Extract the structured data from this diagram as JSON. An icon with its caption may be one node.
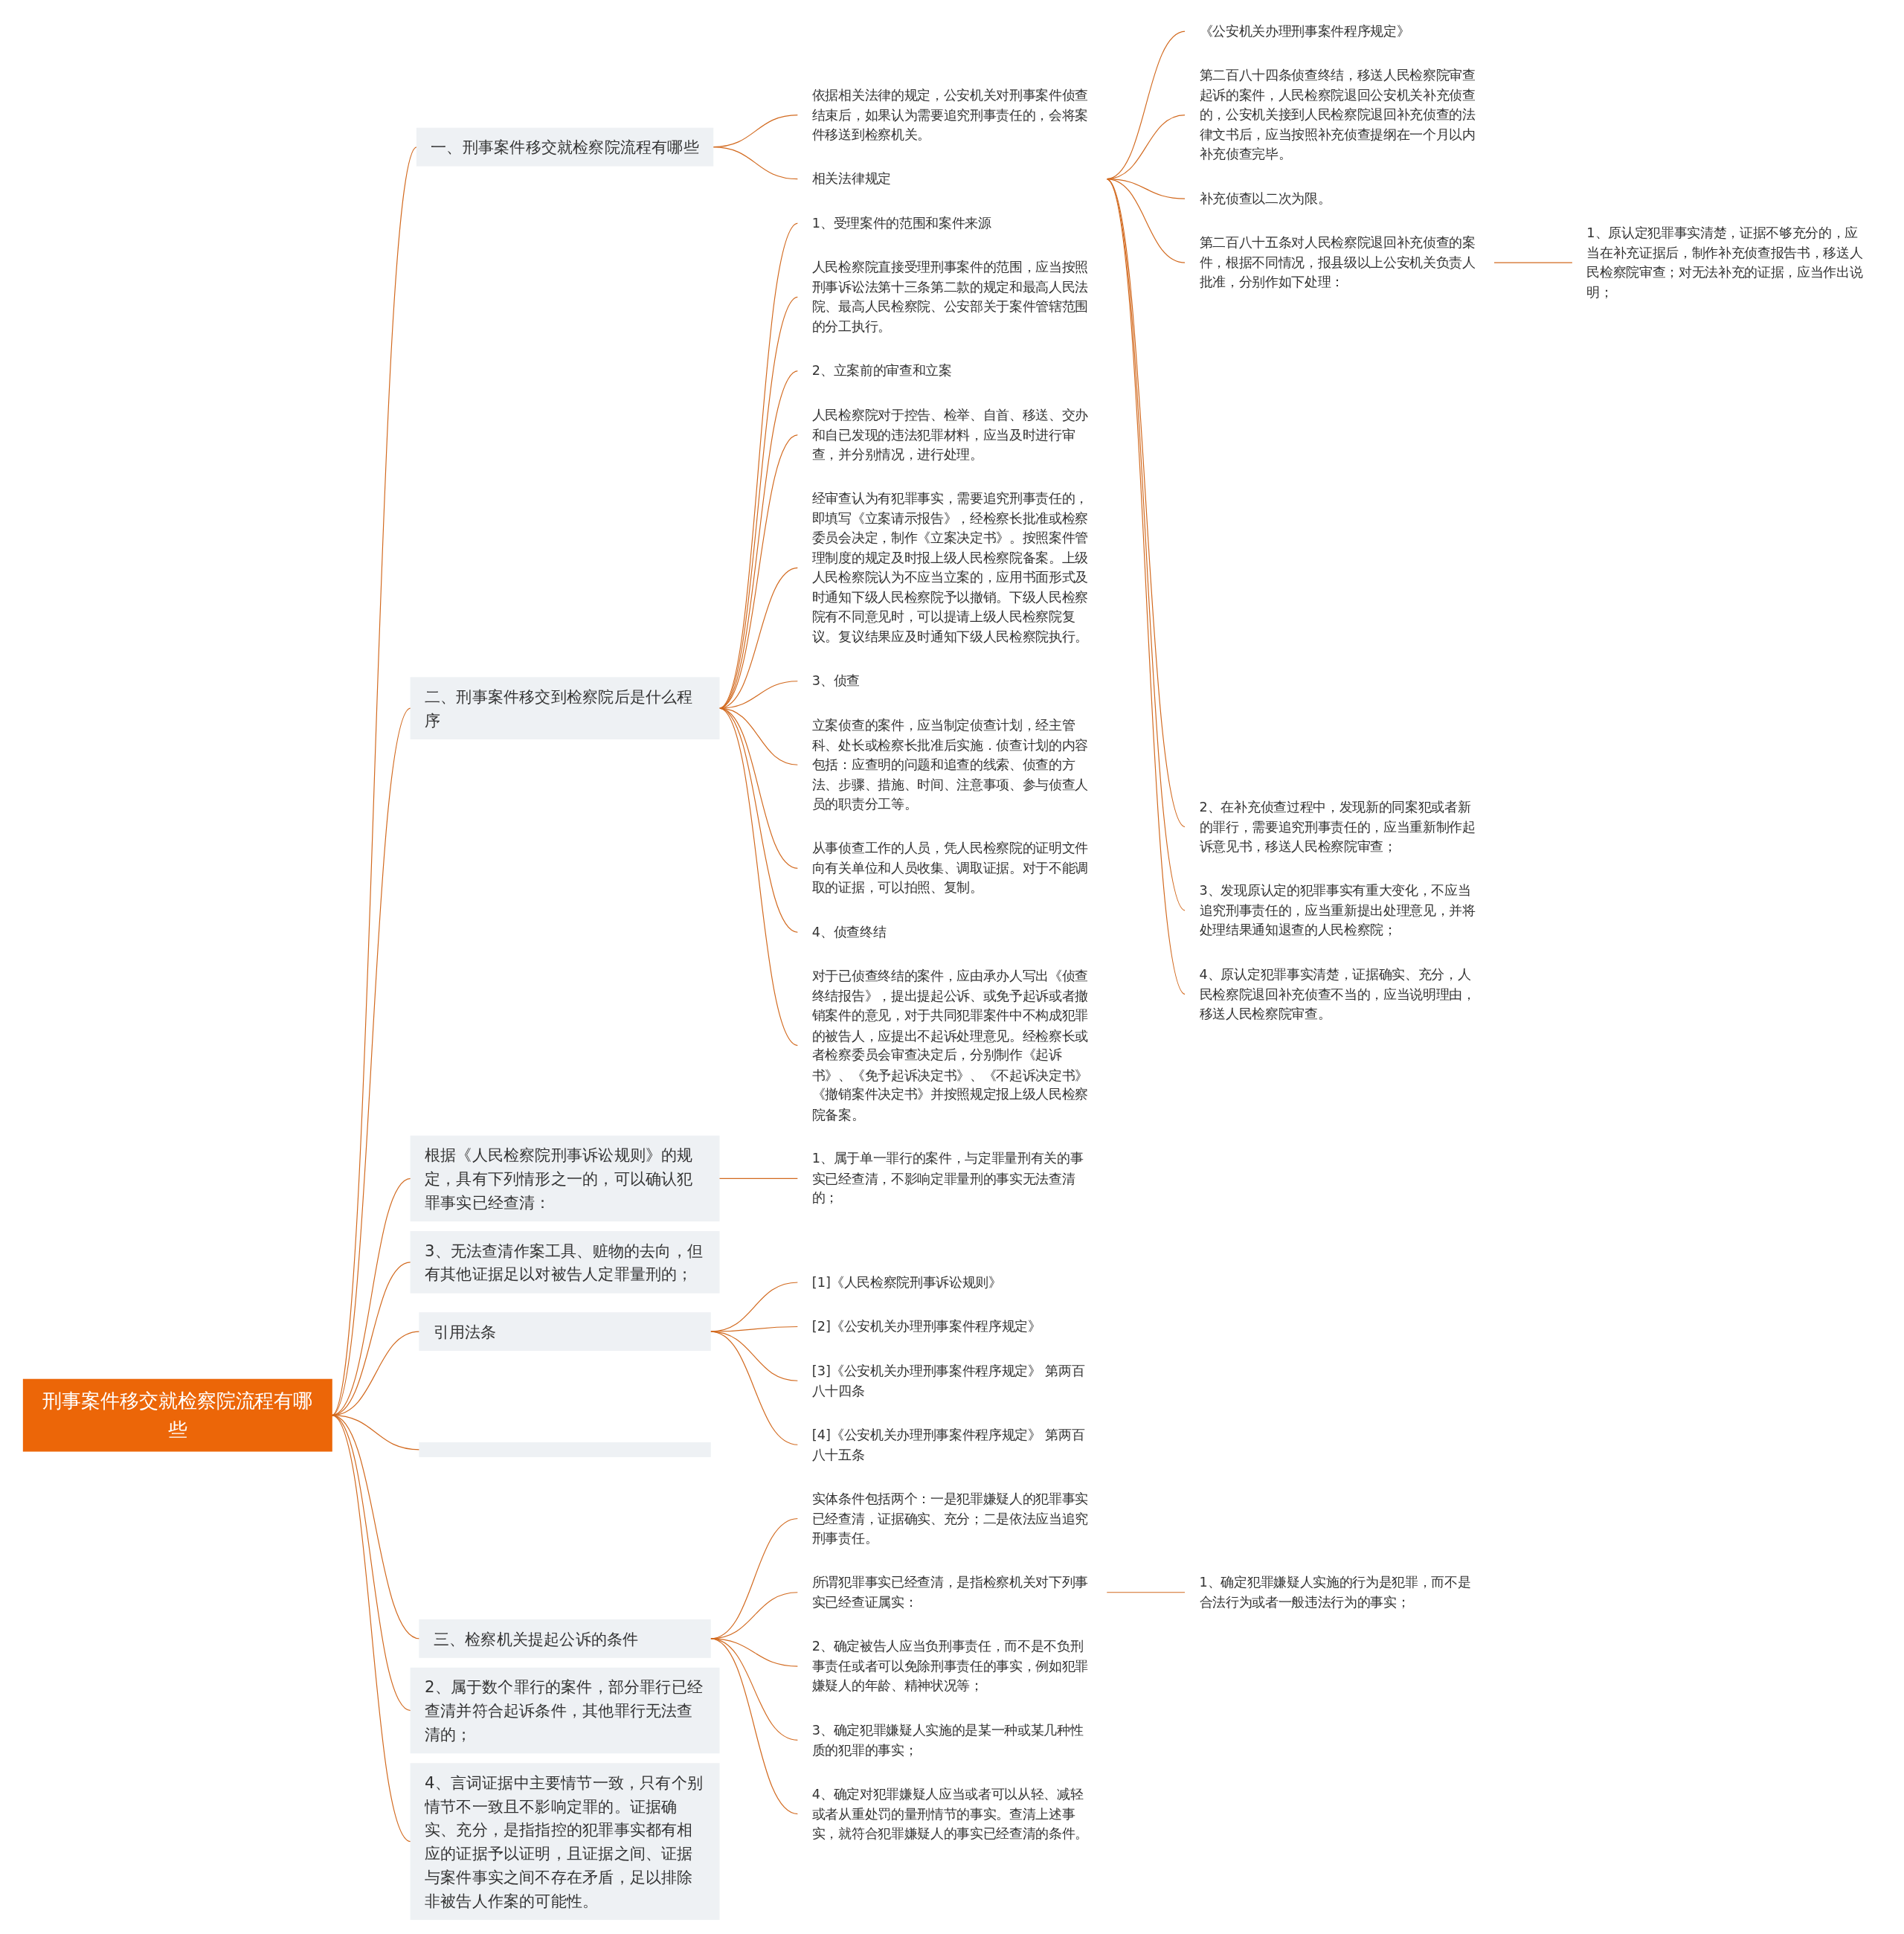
{
  "diagram": {
    "nodes": [
      {
        "text": [
          "刑事案件移交就检察院流程有哪些"
        ]
      },
      {
        "text": [
          "一、刑事案件移交就检察院流程有哪些"
        ]
      },
      {
        "text": [
          "依据相关法律的规定，公安机关对刑事案件侦查结束后，如果认为需要追究刑事责任的，会将案件移送到检察机关。"
        ]
      },
      {
        "text": [
          "相关法律规定"
        ]
      },
      {
        "text": [
          "《公安机关办理刑事案件程序规定》"
        ]
      },
      {
        "text": [
          "第二百八十四条侦查终结，移送人民检察院审查起诉的案件，人民检察院退回公安机关补充侦查的，公安机关接到人民检察院退回补充侦查的法律文书后，应当按照补充侦查提纲在一个月以内补充侦查完毕。"
        ]
      },
      {
        "text": [
          "补充侦查以二次为限。"
        ]
      },
      {
        "text": [
          "第二百八十五条对人民检察院退回补充侦查的案件，根据不同情况，报县级以上公安机关负责人批准，分别作如下处理："
        ]
      },
      {
        "text": [
          "1、原认定犯罪事实清楚，证据不够充分的，应当在补充证据后，制作补充侦查报告书，移送人民检察院审查；对无法补充的证据，应当作出说明；"
        ]
      },
      {
        "text": [
          "2、在补充侦查过程中，发现新的同案犯或者新的罪行，需要追究刑事责任的，应当重新制作起诉意见书，移送人民检察院审查；"
        ]
      },
      {
        "text": [
          "3、发现原认定的犯罪事实有重大变化，不应当追究刑事责任的，应当重新提出处理意见，并将处理结果通知退查的人民检察院；"
        ]
      },
      {
        "text": [
          "4、原认定犯罪事实清楚，证据确实、充分，人民检察院退回补充侦查不当的，应当说明理由，移送人民检察院审查。"
        ]
      },
      {
        "text": [
          "二、刑事案件移交到检察院后是什么程序"
        ]
      },
      {
        "text": [
          "1、受理案件的范围和案件来源"
        ]
      },
      {
        "text": [
          "人民检察院直接受理刑事案件的范围，应当按照刑事诉讼法第十三条第二款的规定和最高人民法院、最高人民检察院、公安部关于案件管辖范围的分工执行。"
        ]
      },
      {
        "text": [
          "2、立案前的审查和立案"
        ]
      },
      {
        "text": [
          "人民检察院对于控告、检举、自首、移送、交办和自已发现的违法犯罪材料，应当及时进行审查，并分别情况，进行处理。"
        ]
      },
      {
        "text": [
          "经审查认为有犯罪事实，需要追究刑事责任的，即填写《立案请示报告》，经检察长批准或检察委员会决定，制作《立案决定书》。按照案件管理制度的规定及时报上级人民检察院备案。上级人民检察院认为不应当立案的，应用书面形式及时通知下级人民检察院予以撤销。下级人民检察院有不同意见时，可以提请上级人民检察院复议。复议结果应及时通知下级人民检察院执行。"
        ]
      },
      {
        "text": [
          "3、侦查"
        ]
      },
      {
        "text": [
          "立案侦查的案件，应当制定侦查计划，经主管科、处长或检察长批准后实施．侦查计划的内容包括：应查明的问题和追查的线索、侦查的方法、步骤、措施、时间、注意事项、参与侦查人员的职责分工等。"
        ]
      },
      {
        "text": [
          "从事侦查工作的人员，凭人民检察院的证明文件向有关单位和人员收集、调取证据。对于不能调取的证据，可以拍照、复制。"
        ]
      },
      {
        "text": [
          "4、侦查终结"
        ]
      },
      {
        "text": [
          "对于已侦查终结的案件，应由承办人写出《侦查终结报告》，提出提起公诉、或免予起诉或者撤销案件的意见，对于共同犯罪案件中不构成犯罪的被告人，应提出不起诉处理意见。经检察长或者检察委员会审查决定后，分别制作《起诉书》、《免予起诉决定书》、《不起诉决定书》《撤销案件决定书》并按照规定报上级人民检察院备案。"
        ]
      },
      {
        "text": [
          "根据《人民检察院刑事诉讼规则》的规定，具有下列情形之一的，可以确认犯罪事实已经查清："
        ]
      },
      {
        "text": [
          "1、属于单一罪行的案件，与定罪量刑有关的事实已经查清，不影响定罪量刑的事实无法查清的；"
        ]
      },
      {
        "text": [
          "3、无法查清作案工具、赃物的去向，但有其他证据足以对被告人定罪量刑的；"
        ]
      },
      {
        "text": [
          "引用法条"
        ]
      },
      {
        "text": [
          "[1]《人民检察院刑事诉讼规则》"
        ]
      },
      {
        "text": [
          "[2]《公安机关办理刑事案件程序规定》"
        ]
      },
      {
        "text": [
          "[3]《公安机关办理刑事案件程序规定》 第两百八十四条"
        ]
      },
      {
        "text": [
          "[4]《公安机关办理刑事案件程序规定》 第两百八十五条"
        ]
      },
      {
        "text": [],
        "shape": "box"
      },
      {
        "text": [
          "三、检察机关提起公诉的条件"
        ]
      },
      {
        "text": [
          "实体条件包括两个：一是犯罪嫌疑人的犯罪事实已经查清，证据确实、充分；二是依法应当追究刑事责任。"
        ]
      },
      {
        "text": [
          "所谓犯罪事实已经查清，是指检察机关对下列事实已经查证属实："
        ]
      },
      {
        "text": [
          "1、确定犯罪嫌疑人实施的行为是犯罪，而不是合法行为或者一般违法行为的事实；"
        ]
      },
      {
        "text": [
          "2、确定被告人应当负刑事责任，而不是不负刑事责任或者可以免除刑事责任的事实，例如犯罪嫌疑人的年龄、精神状况等；"
        ]
      },
      {
        "text": [
          "3、确定犯罪嫌疑人实施的是某一种或某几种性质的犯罪的事实；"
        ]
      },
      {
        "text": [
          "4、确定对犯罪嫌疑人应当或者可以从轻、减轻或者从重处罚的量刑情节的事实。查清上述事实，就符合犯罪嫌疑人的事实已经查清的条件。"
        ]
      },
      {
        "text": [
          "2、属于数个罪行的案件，部分罪行已经查清并符合起诉条件，其他罪行无法查清的；"
        ]
      },
      {
        "text": [
          "4、言词证据中主要情节一致，只有个别情节不一致且不影响定罪的。证据确实、充分，是指指控的犯罪事实都有相应的证据予以证明，且证据之间、证据与案件事实之间不存在矛盾，足以排除非被告人作案的可能性。"
        ]
      }
    ],
    "edges": [
      {
        "from": 0,
        "to": 1,
        "arrow": "none"
      },
      {
        "from": 1,
        "to": 2,
        "arrow": "none"
      },
      {
        "from": 1,
        "to": 3,
        "arrow": "none"
      },
      {
        "from": 3,
        "to": 4,
        "arrow": "none"
      },
      {
        "from": 3,
        "to": 5,
        "arrow": "none"
      },
      {
        "from": 3,
        "to": 6,
        "arrow": "none"
      },
      {
        "from": 3,
        "to": 7,
        "arrow": "none"
      },
      {
        "from": 7,
        "to": 8,
        "arrow": "none"
      },
      {
        "from": 3,
        "to": 9,
        "arrow": "none"
      },
      {
        "from": 3,
        "to": 10,
        "arrow": "none"
      },
      {
        "from": 3,
        "to": 11,
        "arrow": "none"
      },
      {
        "from": 0,
        "to": 12,
        "arrow": "none"
      },
      {
        "from": 12,
        "to": 13,
        "arrow": "none"
      },
      {
        "from": 12,
        "to": 14,
        "arrow": "none"
      },
      {
        "from": 12,
        "to": 15,
        "arrow": "none"
      },
      {
        "from": 12,
        "to": 16,
        "arrow": "none"
      },
      {
        "from": 12,
        "to": 17,
        "arrow": "none"
      },
      {
        "from": 12,
        "to": 18,
        "arrow": "none"
      },
      {
        "from": 12,
        "to": 19,
        "arrow": "none"
      },
      {
        "from": 12,
        "to": 20,
        "arrow": "none"
      },
      {
        "from": 12,
        "to": 21,
        "arrow": "none"
      },
      {
        "from": 12,
        "to": 22,
        "arrow": "none"
      },
      {
        "from": 0,
        "to": 23,
        "arrow": "none"
      },
      {
        "from": 23,
        "to": 24,
        "arrow": "none"
      },
      {
        "from": 0,
        "to": 25,
        "arrow": "none"
      },
      {
        "from": 0,
        "to": 26,
        "arrow": "none"
      },
      {
        "from": 26,
        "to": 27,
        "arrow": "none"
      },
      {
        "from": 26,
        "to": 28,
        "arrow": "none"
      },
      {
        "from": 26,
        "to": 29,
        "arrow": "none"
      },
      {
        "from": 26,
        "to": 30,
        "arrow": "none"
      },
      {
        "from": 0,
        "to": 31,
        "arrow": "none"
      },
      {
        "from": 0,
        "to": 32,
        "arrow": "none"
      },
      {
        "from": 32,
        "to": 33,
        "arrow": "none"
      },
      {
        "from": 32,
        "to": 34,
        "arrow": "none"
      },
      {
        "from": 34,
        "to": 35,
        "arrow": "none"
      },
      {
        "from": 32,
        "to": 36,
        "arrow": "none"
      },
      {
        "from": 32,
        "to": 37,
        "arrow": "none"
      },
      {
        "from": 32,
        "to": 38,
        "arrow": "none"
      },
      {
        "from": 0,
        "to": 39,
        "arrow": "none"
      },
      {
        "from": 0,
        "to": 40,
        "arrow": "none"
      }
    ]
  }
}
